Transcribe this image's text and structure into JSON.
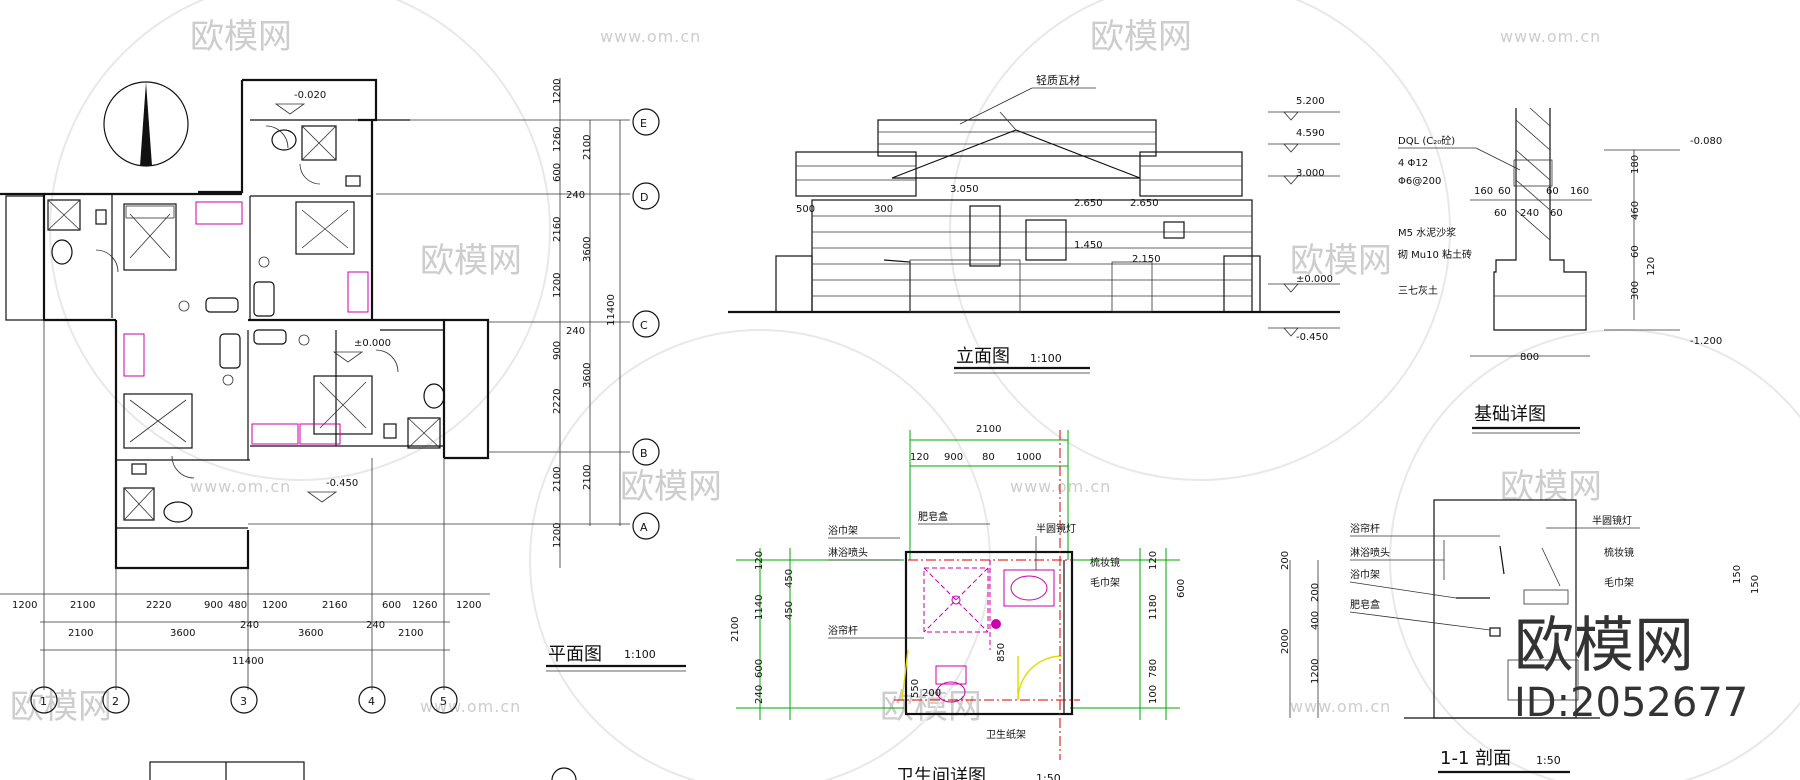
{
  "watermarks": {
    "brand_text": "欧模网",
    "url_text": "www.om.cn"
  },
  "brand_stamp": {
    "name": "欧模网",
    "id_text": "ID:2052677"
  },
  "floor_plan": {
    "title": "平面图",
    "scale": "1:100",
    "level_top": "-0.020",
    "level_mid": "±0.000",
    "level_low": "-0.450",
    "axes_letters": [
      "E",
      "D",
      "C",
      "B",
      "A"
    ],
    "axes_numbers": [
      "1",
      "2",
      "3",
      "4",
      "5"
    ],
    "dims_bottom_row1": [
      "1200",
      "2100",
      "2220",
      "900",
      "480",
      "1200",
      "2160",
      "600",
      "1260",
      "1200"
    ],
    "dims_bottom_row2": [
      "2100",
      "3600",
      "240",
      "3600",
      "240",
      "2100"
    ],
    "dims_bottom_total": "11400",
    "dims_right_col1": [
      "1200",
      "1260",
      "600",
      "240",
      "2160",
      "1200",
      "240",
      "900",
      "2220",
      "2100",
      "1200"
    ],
    "dims_right_col2": [
      "2100",
      "3600",
      "3600",
      "2100"
    ],
    "dims_right_total": "11400"
  },
  "elevation": {
    "title": "立面图",
    "scale": "1:100",
    "roof_label": "轻质瓦材",
    "levels": [
      "5.200",
      "4.590",
      "3.000",
      "±0.000",
      "-0.450"
    ],
    "inner_levels": [
      "3.050",
      "2.650",
      "2.650",
      "1.450",
      "2.150"
    ],
    "dims": [
      "500",
      "300"
    ]
  },
  "foundation": {
    "title": "基础详图",
    "notes": [
      "DQL (C₂₀砼)",
      "4 Φ12",
      "Φ6@200",
      "M5 水泥沙浆",
      "砌 Mu10  粘土砖",
      "三七灰土"
    ],
    "dims_top": [
      "160",
      "60",
      "60",
      "160"
    ],
    "dims_mid": [
      "60",
      "240",
      "60"
    ],
    "dims_bottom": "800",
    "dims_right": [
      "180",
      "460",
      "60",
      "120",
      "300"
    ],
    "levels": [
      "-0.080",
      "-1.200"
    ]
  },
  "bathroom_plan": {
    "title": "卫生间详图",
    "scale": "1:50",
    "dims_top": [
      "2100"
    ],
    "dims_top2": [
      "120",
      "900",
      "80",
      "1000"
    ],
    "dims_left": [
      "120",
      "1140",
      "600",
      "240"
    ],
    "dims_left2": [
      "450",
      "450"
    ],
    "dims_left_total": "2100",
    "dims_right": [
      "120",
      "1180",
      "780",
      "100"
    ],
    "dims_right2": [
      "600"
    ],
    "labels": [
      "浴巾架",
      "淋浴喷头",
      "肥皂盒",
      "半圆镜灯",
      "梳妆镜",
      "毛巾架",
      "浴帘杆",
      "卫生纸架"
    ],
    "inner_dims": [
      "850",
      "550",
      "200"
    ]
  },
  "section": {
    "title": "1-1  剖面",
    "scale": "1:50",
    "labels_left": [
      "浴帘杆",
      "淋浴喷头",
      "浴巾架",
      "肥皂盒"
    ],
    "labels_right": [
      "半圆镜灯",
      "梳妆镜",
      "毛巾架"
    ],
    "dims_left": [
      "200",
      "200",
      "400",
      "1200"
    ],
    "dims_left_total": "2000",
    "dims_right": [
      "150",
      "150"
    ]
  }
}
